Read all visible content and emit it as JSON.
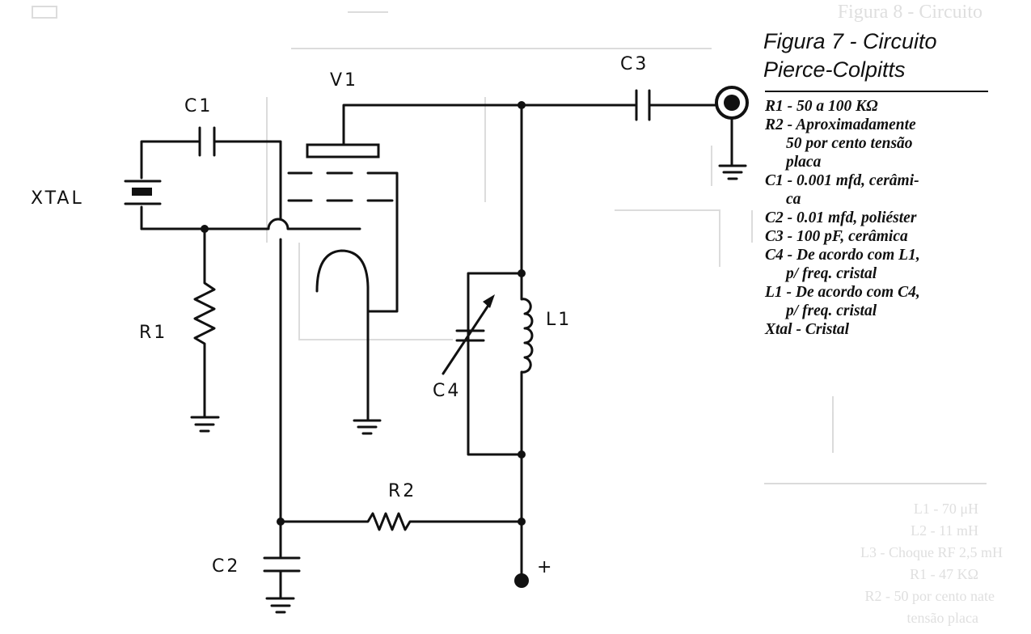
{
  "figure": {
    "title_line1": "Figura 7 - Circuito",
    "title_line2": "Pierce-Colpitts"
  },
  "labels": {
    "c1": "C1",
    "v1": "V1",
    "c3": "C3",
    "xtal": "XTAL",
    "r1": "R1",
    "l1": "L1",
    "c4": "C4",
    "r2": "R2",
    "c2": "C2",
    "plus": "+"
  },
  "legend": [
    {
      "lines": [
        "R1 - 50 a 100 KΩ"
      ]
    },
    {
      "lines": [
        "R2 - Aproximadamente",
        "50 por cento tensão",
        "placa"
      ]
    },
    {
      "lines": [
        "C1 - 0.001 mfd, cerâmi-",
        "ca"
      ]
    },
    {
      "lines": [
        "C2 - 0.01 mfd, poliéster"
      ]
    },
    {
      "lines": [
        "C3 - 100 pF, cerâmica"
      ]
    },
    {
      "lines": [
        "C4 - De acordo com L1,",
        "p/ freq. cristal"
      ]
    },
    {
      "lines": [
        "L1 - De acordo com C4,",
        "p/ freq. cristal"
      ]
    },
    {
      "lines": [
        "Xtal - Cristal"
      ]
    }
  ]
}
